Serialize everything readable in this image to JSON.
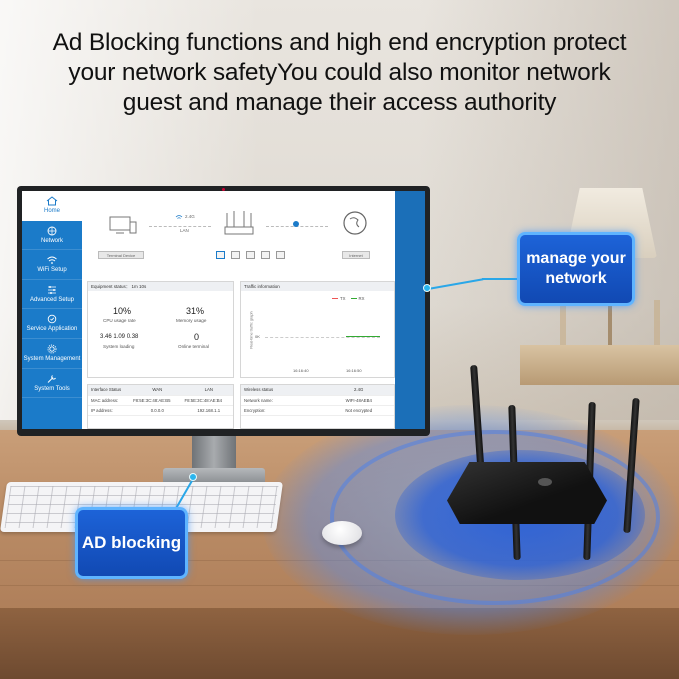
{
  "headline": {
    "line1": "Ad Blocking functions and high end encryption protect",
    "line2": "your network safetyYou could also monitor network",
    "line3": "guest and manage their access authority"
  },
  "callouts": {
    "manage_line1": "manage your",
    "manage_line2": "network",
    "ad_blocking": "AD blocking"
  },
  "sidebar": {
    "items": [
      {
        "label": "Home",
        "icon": "home-icon"
      },
      {
        "label": "Network",
        "icon": "globe-icon"
      },
      {
        "label": "WiFi Setup",
        "icon": "wifi-icon"
      },
      {
        "label": "Advanced Setup",
        "icon": "sliders-icon"
      },
      {
        "label": "Service Application",
        "icon": "service-icon"
      },
      {
        "label": "System Management",
        "icon": "gear-icon"
      },
      {
        "label": "System Tools",
        "icon": "tools-icon"
      }
    ]
  },
  "topology": {
    "band": "2.4G",
    "link": "LAN",
    "terminal_device": "Terminal Device",
    "internet": "Internet"
  },
  "equipment": {
    "header": "Equipment status：",
    "uptime": "1m 10s",
    "cpu_value": "10%",
    "cpu_label": "CPU usage rate",
    "memory_value": "31%",
    "memory_label": "Memory usage",
    "load_value": "3.46 1.09 0.38",
    "load_label": "System loading",
    "online_value": "0",
    "online_label": "Online terminal"
  },
  "traffic": {
    "header": "Traffic information",
    "legend_tx": "TX",
    "legend_rx": "RX",
    "y_label": "Real-time traffic graph",
    "y_tick": "0K",
    "x_ticks": [
      "16:16:40",
      "16:16:50"
    ]
  },
  "interface_table": {
    "headers": [
      "Interface Status",
      "WAN",
      "LAN"
    ],
    "rows": [
      [
        "MAC address:",
        "F8:5E:3C:48:AE:B5",
        "F8:5E:3C:48:AE:B4"
      ],
      [
        "IP address:",
        "0.0.0.0",
        "192.168.1.1"
      ]
    ]
  },
  "wireless_table": {
    "headers": [
      "Wireless status",
      "2.4G"
    ],
    "rows": [
      [
        "Network name:",
        "WIFI-48AEB4"
      ],
      [
        "Encryption:",
        "Not encrypted"
      ]
    ]
  },
  "colors": {
    "sidebar_blue": "#1b7bc9",
    "callout_blue": "#1d63d8",
    "callout_border": "#5fb4ff",
    "connector": "#2aa7e8"
  }
}
